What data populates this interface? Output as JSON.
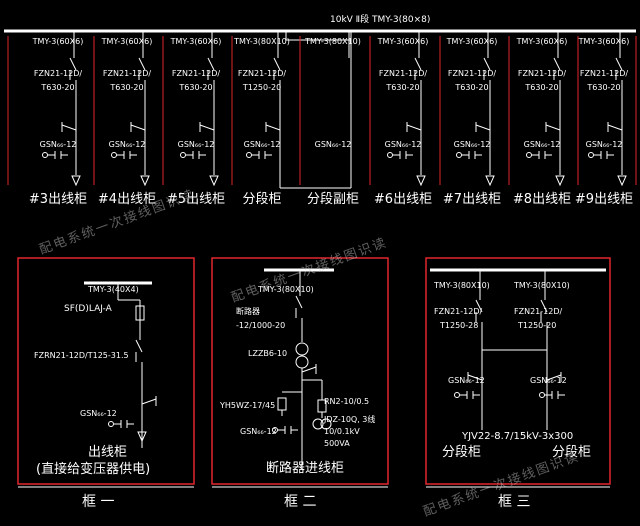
{
  "busbar": {
    "label": "10kV Ⅱ段 TMY-3(80×8)"
  },
  "colors": {
    "line": "#ffffff",
    "frame": "#e0262e",
    "background": "#000000"
  },
  "panels": [
    {
      "bus": "TMY-3(60X6)",
      "switch": "FZN21-12D/",
      "rating": "T630-20",
      "meter": "GSN₆₆-12",
      "name": "#3出线柜"
    },
    {
      "bus": "TMY-3(60X6)",
      "switch": "FZN21-12D/",
      "rating": "T630-20",
      "meter": "GSN₆₆-12",
      "name": "#4出线柜"
    },
    {
      "bus": "TMY-3(60X6)",
      "switch": "FZN21-12D/",
      "rating": "T630-20",
      "meter": "GSN₆₆-12",
      "name": "#5出线柜"
    },
    {
      "bus": "TMY-3(80X10)",
      "switch": "FZN21-12D/",
      "rating": "T1250-20",
      "meter": "GSN₆₆-12",
      "name": "分段柜"
    },
    {
      "bus": "TMY-3(80X10)",
      "switch": "",
      "rating": "",
      "meter": "GSN₆₆-12",
      "name": "分段副柜"
    },
    {
      "bus": "TMY-3(60X6)",
      "switch": "FZN21-12D/",
      "rating": "T630-20",
      "meter": "GSN₆₆-12",
      "name": "#6出线柜"
    },
    {
      "bus": "TMY-3(60X6)",
      "switch": "FZN21-12D/",
      "rating": "T630-20",
      "meter": "GSN₆₆-12",
      "name": "#7出线柜"
    },
    {
      "bus": "TMY-3(60X6)",
      "switch": "FZN21-12D/",
      "rating": "T630-20",
      "meter": "GSN₆₆-12",
      "name": "#8出线柜"
    },
    {
      "bus": "TMY-3(60X6)",
      "switch": "FZN21-12D/",
      "rating": "T630-20",
      "meter": "GSN₆₆-12",
      "name": "#9出线柜"
    }
  ],
  "box1": {
    "bus": "TMY-3(40X4)",
    "fuse": "SF(D)LAJ-A",
    "switch": "FZRN21-12D/T125-31.5",
    "meter": "GSN₆₆-12",
    "name": "出线柜",
    "subtitle": "(直接给变压器供电)",
    "caption": "框 一"
  },
  "box2": {
    "bus": "TMY-3(80X10)",
    "breaker": "断路器",
    "breaker_rating": "-12/1000-20",
    "ct": "LZZB6-10",
    "arrester": "YH5WZ-17/45",
    "meter": "GSN₆₆-12",
    "fuse": "RN2-10/0.5",
    "pt": "JDZ-10Q, 3线",
    "pt_ratio": "10/0.1kV",
    "pt_cap": "500VA",
    "name": "断路器进线柜",
    "caption": "框 二"
  },
  "box3": {
    "left_bus": "TMY-3(80X10)",
    "right_bus": "TMY-3(80X10)",
    "left_switch": "FZN21-12D/",
    "left_rating": "T1250-28",
    "right_switch": "FZN21-12D/",
    "right_rating": "T1250-20",
    "left_meter": "GSN₆₆-12",
    "right_meter": "GSN₆₆-12",
    "cable": "YJV22-8.7/15kV-3x300",
    "left_name": "分段柜",
    "right_name": "分段柜",
    "caption": "框 三"
  },
  "watermark": "配电系统一次接线图识读"
}
